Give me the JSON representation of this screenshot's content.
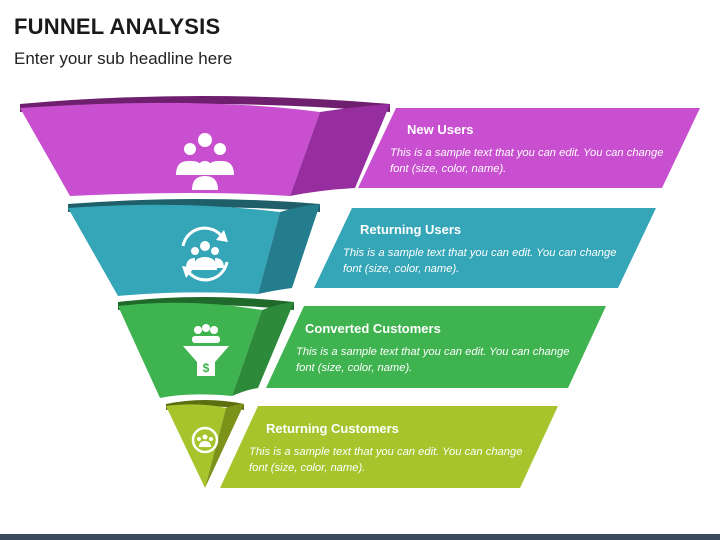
{
  "header": {
    "title": "FUNNEL ANALYSIS",
    "subtitle": "Enter your sub headline here"
  },
  "stages": [
    {
      "title": "New Users",
      "text": "This is a sample text that you can edit. You can change font (size, color, name).",
      "color": "#c84fcf",
      "icon": "group-of-people-icon"
    },
    {
      "title": "Returning Users",
      "text": "This is a sample text that you can edit. You can change font (size, color, name).",
      "color": "#35a5b8",
      "icon": "returning-users-cycle-icon"
    },
    {
      "title": "Converted Customers",
      "text": "This is a sample text that you can edit. You can change font (size, color, name).",
      "color": "#3fb34f",
      "icon": "people-into-funnel-dollar-icon"
    },
    {
      "title": "Returning Customers",
      "text": "This is a sample text that you can edit. You can change font (size, color, name).",
      "color": "#a8c42c",
      "icon": "customers-in-circle-icon"
    }
  ],
  "footer_bar_color": "#3a4a5c"
}
